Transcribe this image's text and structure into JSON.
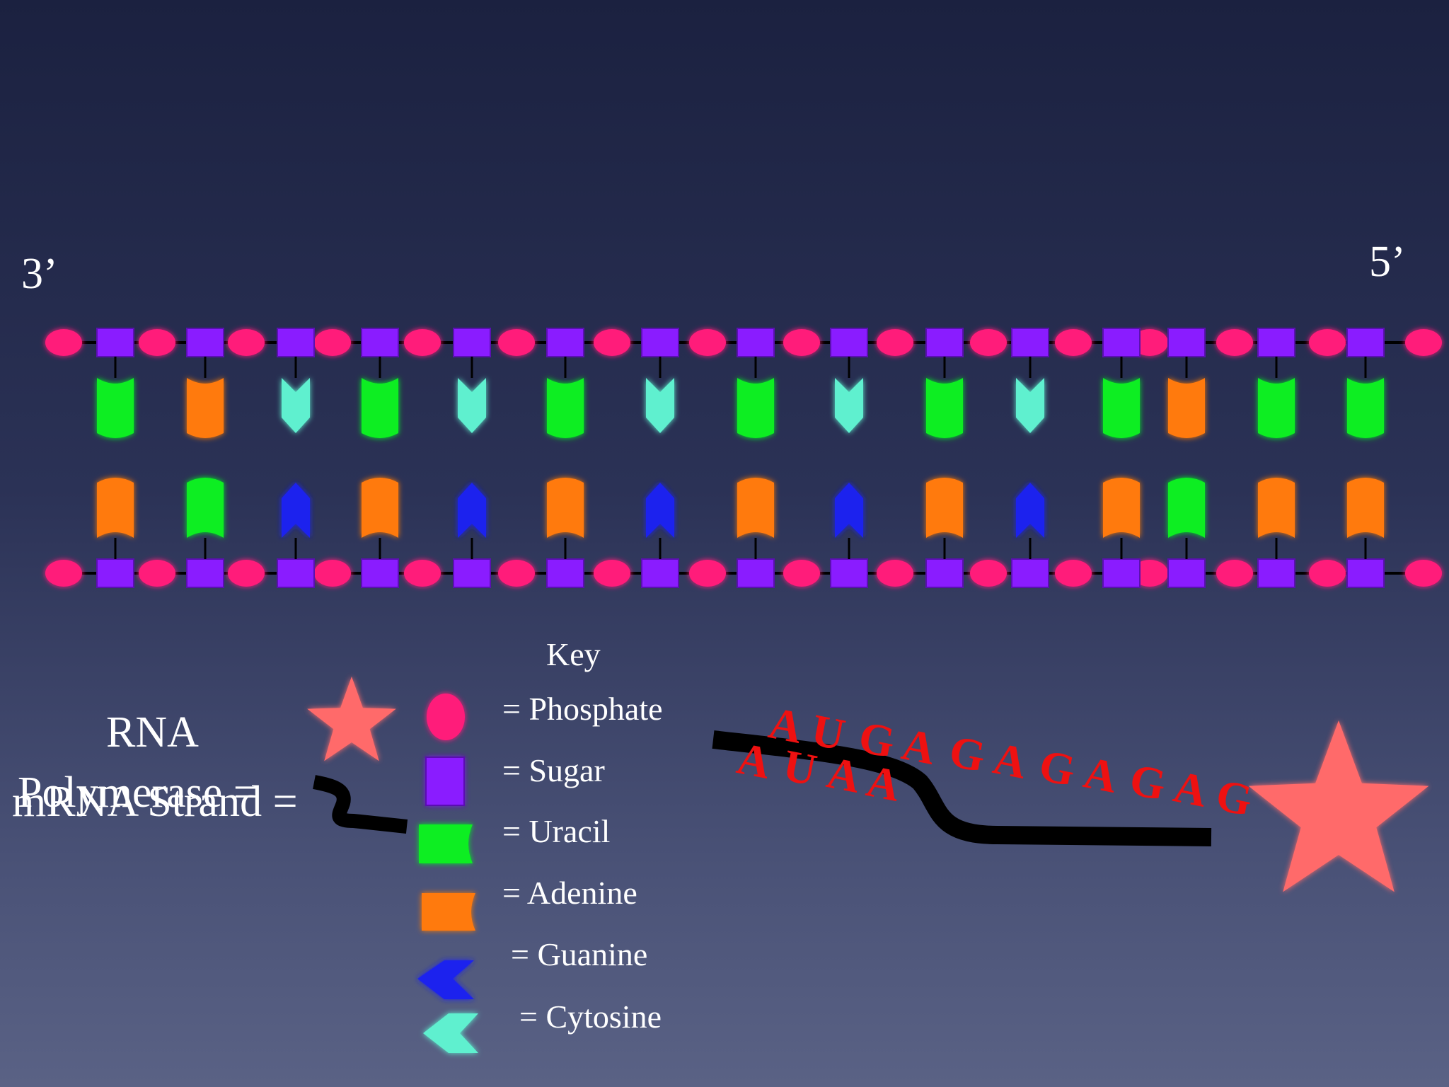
{
  "ends": {
    "left": "3’",
    "right": "5’"
  },
  "key": {
    "title": "Key",
    "items": [
      {
        "shape": "phosphate",
        "label": "= Phosphate",
        "color": "#ff1a7a"
      },
      {
        "shape": "sugar",
        "label": "= Sugar",
        "color": "#8a1cff"
      },
      {
        "shape": "uracil",
        "label": "= Uracil",
        "color": "#11ee22"
      },
      {
        "shape": "adenine",
        "label": "= Adenine",
        "color": "#ff7a11"
      },
      {
        "shape": "guanine",
        "label": "= Guanine",
        "color": "#1a22ee"
      },
      {
        "shape": "cytosine",
        "label": "= Cytosine",
        "color": "#5ff0cf"
      }
    ]
  },
  "legend_labels": {
    "rna_polymerase_line1": "RNA",
    "rna_polymerase_line2": "Polymerase  =",
    "mrna_strand": "mRNA Strand  ="
  },
  "strands": {
    "top_bases": [
      "U",
      "A",
      "C",
      "U",
      "C",
      "U",
      "C",
      "U",
      "C",
      "U",
      "C",
      "U",
      "A",
      "U",
      "U"
    ],
    "bottom_bases": [
      "A",
      "U",
      "G",
      "A",
      "G",
      "A",
      "G",
      "A",
      "G",
      "A",
      "G",
      "A",
      "U",
      "A",
      "A"
    ],
    "extra_colors": {
      "lime": "#88ee22"
    }
  },
  "mrna": {
    "row1": [
      "A",
      "U",
      "G",
      "A",
      "G",
      "A",
      "G",
      "A",
      "G",
      "A",
      "G"
    ],
    "row2": [
      "A",
      "U",
      "A",
      "A"
    ]
  },
  "colors": {
    "phosphate": "#ff1a7a",
    "sugar": "#8a1cff",
    "uracil": "#11ee22",
    "adenine": "#ff7a11",
    "guanine": "#1a22ee",
    "cytosine": "#5ff0cf",
    "polymerase": "#ff6b6b",
    "mrna_letters": "#ee1111"
  }
}
